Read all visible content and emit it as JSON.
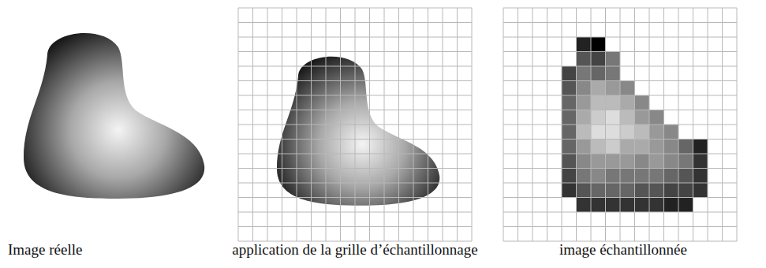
{
  "diagram": {
    "labels": [
      "Image réelle",
      "application de la grille d’échantillonnage",
      "image échantillonnée"
    ]
  }
}
